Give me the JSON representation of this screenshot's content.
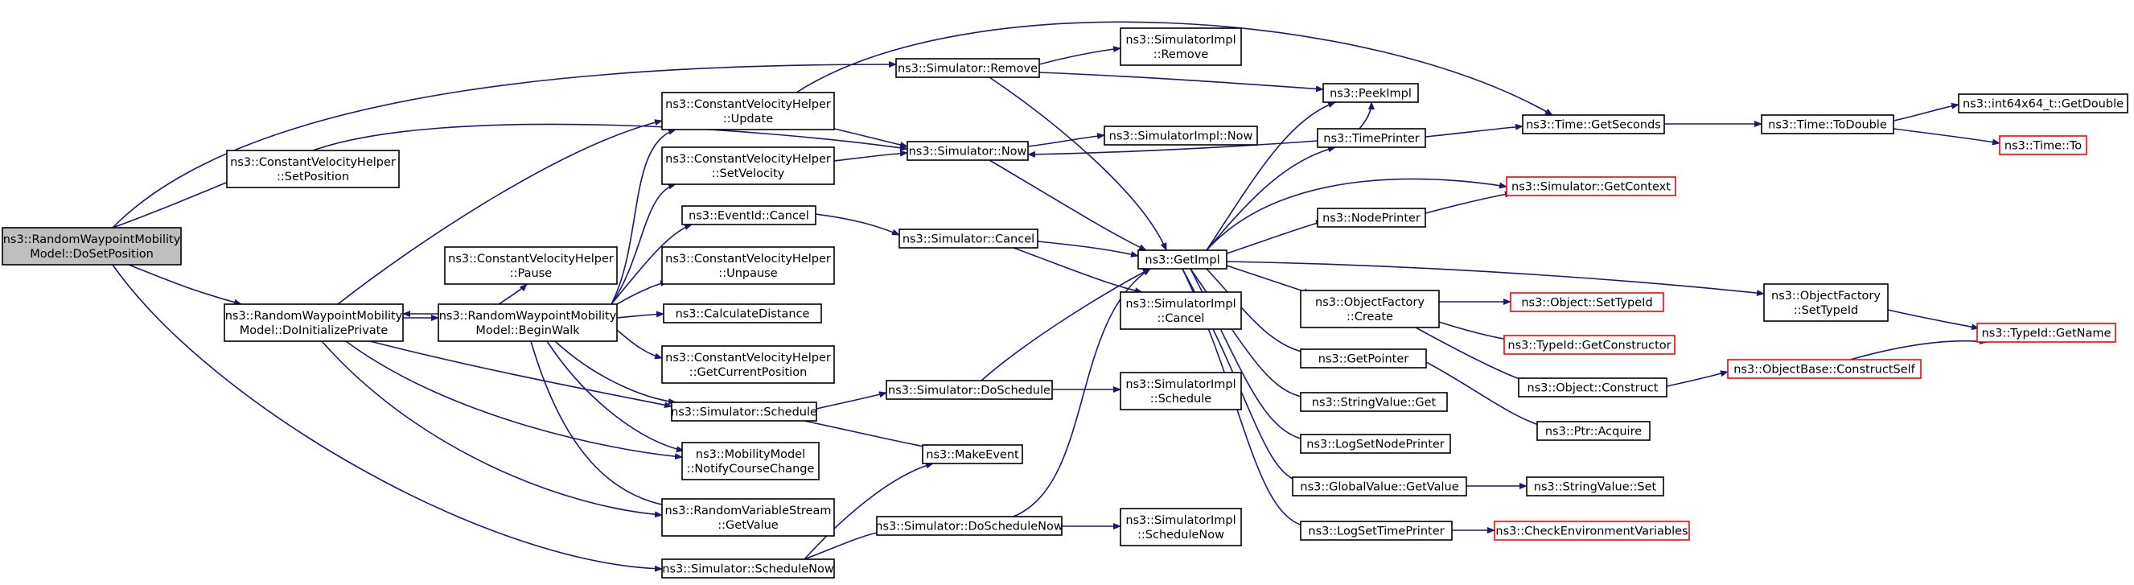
{
  "colors": {
    "edge": "#191970",
    "root_fill": "#bfbfbf",
    "normal_border": "#000000",
    "truncated_border": "#ff0000",
    "node_fill": "#ffffff"
  },
  "nodes": [
    {
      "id": "root",
      "lines": [
        "ns3::RandomWaypointMobility",
        "Model::DoSetPosition"
      ],
      "style": "root"
    },
    {
      "id": "cvh_setpos",
      "lines": [
        "ns3::ConstantVelocityHelper",
        "::SetPosition"
      ],
      "style": "normal"
    },
    {
      "id": "doinit",
      "lines": [
        "ns3::RandomWaypointMobility",
        "Model::DoInitializePrivate"
      ],
      "style": "normal"
    },
    {
      "id": "cvh_update",
      "lines": [
        "ns3::ConstantVelocityHelper",
        "::Update"
      ],
      "style": "normal"
    },
    {
      "id": "cvh_setvel",
      "lines": [
        "ns3::ConstantVelocityHelper",
        "::SetVelocity"
      ],
      "style": "normal"
    },
    {
      "id": "eventid_cancel",
      "lines": [
        "ns3::EventId::Cancel"
      ],
      "style": "normal"
    },
    {
      "id": "cvh_pause",
      "lines": [
        "ns3::ConstantVelocityHelper",
        "::Pause"
      ],
      "style": "normal"
    },
    {
      "id": "beginwalk",
      "lines": [
        "ns3::RandomWaypointMobility",
        "Model::BeginWalk"
      ],
      "style": "normal"
    },
    {
      "id": "cvh_unpause",
      "lines": [
        "ns3::ConstantVelocityHelper",
        "::Unpause"
      ],
      "style": "normal"
    },
    {
      "id": "calcdist",
      "lines": [
        "ns3::CalculateDistance"
      ],
      "style": "normal"
    },
    {
      "id": "cvh_getcur",
      "lines": [
        "ns3::ConstantVelocityHelper",
        "::GetCurrentPosition"
      ],
      "style": "normal"
    },
    {
      "id": "sim_schedule",
      "lines": [
        "ns3::Simulator::Schedule"
      ],
      "style": "normal"
    },
    {
      "id": "mm_notify",
      "lines": [
        "ns3::MobilityModel",
        "::NotifyCourseChange"
      ],
      "style": "normal"
    },
    {
      "id": "rvs_getvalue",
      "lines": [
        "ns3::RandomVariableStream",
        "::GetValue"
      ],
      "style": "normal"
    },
    {
      "id": "sim_schedulenow",
      "lines": [
        "ns3::Simulator::ScheduleNow"
      ],
      "style": "normal"
    },
    {
      "id": "sim_remove",
      "lines": [
        "ns3::Simulator::Remove"
      ],
      "style": "normal"
    },
    {
      "id": "sim_now",
      "lines": [
        "ns3::Simulator::Now"
      ],
      "style": "normal"
    },
    {
      "id": "sim_cancel",
      "lines": [
        "ns3::Simulator::Cancel"
      ],
      "style": "normal"
    },
    {
      "id": "sim_doschedule",
      "lines": [
        "ns3::Simulator::DoSchedule"
      ],
      "style": "normal"
    },
    {
      "id": "makeevent",
      "lines": [
        "ns3::MakeEvent"
      ],
      "style": "normal"
    },
    {
      "id": "sim_doschedulenow",
      "lines": [
        "ns3::Simulator::DoScheduleNow"
      ],
      "style": "normal"
    },
    {
      "id": "simimpl_remove",
      "lines": [
        "ns3::SimulatorImpl",
        "::Remove"
      ],
      "style": "normal"
    },
    {
      "id": "simimpl_now",
      "lines": [
        "ns3::SimulatorImpl::Now"
      ],
      "style": "normal"
    },
    {
      "id": "getimpl",
      "lines": [
        "ns3::GetImpl"
      ],
      "style": "normal"
    },
    {
      "id": "simimpl_cancel",
      "lines": [
        "ns3::SimulatorImpl",
        "::Cancel"
      ],
      "style": "normal"
    },
    {
      "id": "simimpl_schedule",
      "lines": [
        "ns3::SimulatorImpl",
        "::Schedule"
      ],
      "style": "normal"
    },
    {
      "id": "simimpl_schedulenow",
      "lines": [
        "ns3::SimulatorImpl",
        "::ScheduleNow"
      ],
      "style": "normal"
    },
    {
      "id": "peekimpl",
      "lines": [
        "ns3::PeekImpl"
      ],
      "style": "normal"
    },
    {
      "id": "timeprinter",
      "lines": [
        "ns3::TimePrinter"
      ],
      "style": "normal"
    },
    {
      "id": "nodeprinter",
      "lines": [
        "ns3::NodePrinter"
      ],
      "style": "normal"
    },
    {
      "id": "objfactory_create",
      "lines": [
        "ns3::ObjectFactory",
        "::Create"
      ],
      "style": "normal"
    },
    {
      "id": "getpointer",
      "lines": [
        "ns3::GetPointer"
      ],
      "style": "normal"
    },
    {
      "id": "stringvalue_get",
      "lines": [
        "ns3::StringValue::Get"
      ],
      "style": "normal"
    },
    {
      "id": "logsetnodeprinter",
      "lines": [
        "ns3::LogSetNodePrinter"
      ],
      "style": "normal"
    },
    {
      "id": "globalvalue_getvalue",
      "lines": [
        "ns3::GlobalValue::GetValue"
      ],
      "style": "normal"
    },
    {
      "id": "logsettimeprinter",
      "lines": [
        "ns3::LogSetTimePrinter"
      ],
      "style": "normal"
    },
    {
      "id": "time_getseconds",
      "lines": [
        "ns3::Time::GetSeconds"
      ],
      "style": "normal"
    },
    {
      "id": "sim_getcontext",
      "lines": [
        "ns3::Simulator::GetContext"
      ],
      "style": "truncated"
    },
    {
      "id": "object_settypeid",
      "lines": [
        "ns3::Object::SetTypeId"
      ],
      "style": "truncated"
    },
    {
      "id": "typeid_getconstructor",
      "lines": [
        "ns3::TypeId::GetConstructor"
      ],
      "style": "truncated"
    },
    {
      "id": "object_construct",
      "lines": [
        "ns3::Object::Construct"
      ],
      "style": "normal"
    },
    {
      "id": "ptr_acquire",
      "lines": [
        "ns3::Ptr::Acquire"
      ],
      "style": "normal"
    },
    {
      "id": "stringvalue_set",
      "lines": [
        "ns3::StringValue::Set"
      ],
      "style": "normal"
    },
    {
      "id": "checkenv",
      "lines": [
        "ns3::CheckEnvironmentVariables"
      ],
      "style": "truncated"
    },
    {
      "id": "time_todouble",
      "lines": [
        "ns3::Time::ToDouble"
      ],
      "style": "normal"
    },
    {
      "id": "objfactory_settypeid",
      "lines": [
        "ns3::ObjectFactory",
        "::SetTypeId"
      ],
      "style": "normal"
    },
    {
      "id": "objectbase_constructself",
      "lines": [
        "ns3::ObjectBase::ConstructSelf"
      ],
      "style": "truncated"
    },
    {
      "id": "int64x64_getdouble",
      "lines": [
        "ns3::int64x64_t::GetDouble"
      ],
      "style": "normal"
    },
    {
      "id": "time_to",
      "lines": [
        "ns3::Time::To"
      ],
      "style": "truncated"
    },
    {
      "id": "typeid_getname",
      "lines": [
        "ns3::TypeId::GetName"
      ],
      "style": "truncated"
    }
  ],
  "edges": [
    [
      "root",
      "cvh_setpos"
    ],
    [
      "root",
      "doinit"
    ],
    [
      "root",
      "sim_remove"
    ],
    [
      "root",
      "sim_schedulenow"
    ],
    [
      "cvh_setpos",
      "sim_now"
    ],
    [
      "doinit",
      "beginwalk"
    ],
    [
      "doinit",
      "cvh_update"
    ],
    [
      "doinit",
      "sim_schedule"
    ],
    [
      "doinit",
      "mm_notify"
    ],
    [
      "doinit",
      "rvs_getvalue"
    ],
    [
      "beginwalk",
      "doinit"
    ],
    [
      "beginwalk",
      "cvh_pause"
    ],
    [
      "beginwalk",
      "cvh_update"
    ],
    [
      "beginwalk",
      "cvh_setvel"
    ],
    [
      "beginwalk",
      "eventid_cancel"
    ],
    [
      "beginwalk",
      "cvh_unpause"
    ],
    [
      "beginwalk",
      "calcdist"
    ],
    [
      "beginwalk",
      "cvh_getcur"
    ],
    [
      "beginwalk",
      "sim_schedule"
    ],
    [
      "beginwalk",
      "mm_notify"
    ],
    [
      "beginwalk",
      "rvs_getvalue"
    ],
    [
      "cvh_update",
      "sim_now"
    ],
    [
      "cvh_update",
      "time_getseconds"
    ],
    [
      "cvh_setvel",
      "sim_now"
    ],
    [
      "eventid_cancel",
      "sim_cancel"
    ],
    [
      "sim_schedule",
      "sim_doschedule"
    ],
    [
      "sim_schedule",
      "makeevent"
    ],
    [
      "sim_schedulenow",
      "sim_doschedulenow"
    ],
    [
      "sim_schedulenow",
      "makeevent"
    ],
    [
      "sim_remove",
      "simimpl_remove"
    ],
    [
      "sim_remove",
      "peekimpl"
    ],
    [
      "sim_remove",
      "getimpl"
    ],
    [
      "sim_now",
      "simimpl_now"
    ],
    [
      "sim_now",
      "getimpl"
    ],
    [
      "sim_cancel",
      "getimpl"
    ],
    [
      "sim_cancel",
      "simimpl_cancel"
    ],
    [
      "sim_doschedule",
      "getimpl"
    ],
    [
      "sim_doschedule",
      "simimpl_schedule"
    ],
    [
      "sim_doschedulenow",
      "getimpl"
    ],
    [
      "sim_doschedulenow",
      "simimpl_schedulenow"
    ],
    [
      "getimpl",
      "peekimpl"
    ],
    [
      "getimpl",
      "timeprinter"
    ],
    [
      "getimpl",
      "sim_getcontext"
    ],
    [
      "getimpl",
      "nodeprinter"
    ],
    [
      "getimpl",
      "objfactory_create"
    ],
    [
      "getimpl",
      "objfactory_settypeid"
    ],
    [
      "getimpl",
      "getpointer"
    ],
    [
      "getimpl",
      "stringvalue_get"
    ],
    [
      "getimpl",
      "logsetnodeprinter"
    ],
    [
      "getimpl",
      "globalvalue_getvalue"
    ],
    [
      "getimpl",
      "logsettimeprinter"
    ],
    [
      "timeprinter",
      "sim_now"
    ],
    [
      "timeprinter",
      "time_getseconds"
    ],
    [
      "timeprinter",
      "peekimpl"
    ],
    [
      "nodeprinter",
      "sim_getcontext"
    ],
    [
      "objfactory_create",
      "object_settypeid"
    ],
    [
      "objfactory_create",
      "typeid_getconstructor"
    ],
    [
      "objfactory_create",
      "object_construct"
    ],
    [
      "getpointer",
      "ptr_acquire"
    ],
    [
      "globalvalue_getvalue",
      "stringvalue_set"
    ],
    [
      "logsettimeprinter",
      "checkenv"
    ],
    [
      "time_getseconds",
      "time_todouble"
    ],
    [
      "time_todouble",
      "int64x64_getdouble"
    ],
    [
      "time_todouble",
      "time_to"
    ],
    [
      "objfactory_settypeid",
      "typeid_getname"
    ],
    [
      "object_construct",
      "objectbase_constructself"
    ],
    [
      "objectbase_constructself",
      "typeid_getname"
    ]
  ]
}
